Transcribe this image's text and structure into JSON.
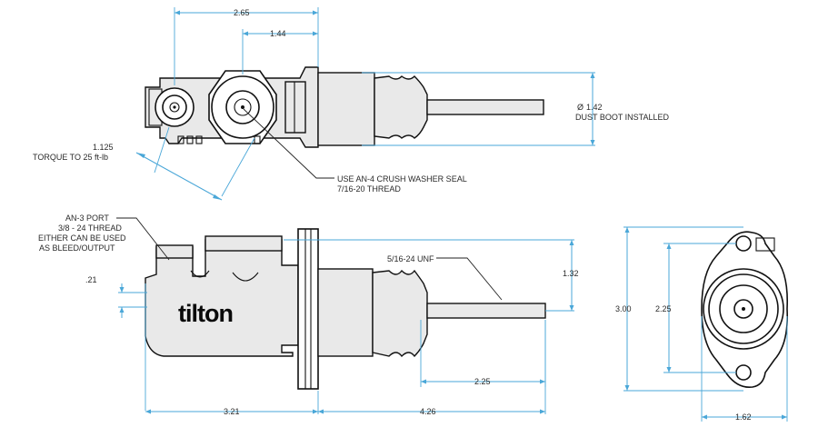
{
  "colors": {
    "dimension_line": "#4aa7d8",
    "ink": "#111111",
    "body_fill": "#e9e9e9"
  },
  "brand": "tilton",
  "top_view": {
    "dim_overall": "2.65",
    "dim_ports": "1.44",
    "dim_boot_prefix": "Ø",
    "dim_boot": "1.42",
    "dim_boot_note": "DUST BOOT INSTALLED",
    "torque_value": "1.125",
    "torque_note": "TORQUE TO 25 ft-lb",
    "washer_line1": "USE AN-4 CRUSH WASHER SEAL",
    "washer_line2": "7/16-20 THREAD"
  },
  "side_view": {
    "port_line1": "AN-3 PORT",
    "port_line2": "3/8 - 24 THREAD",
    "port_line3": "EITHER CAN BE USED",
    "port_line4": "AS BLEED/OUTPUT",
    "dim_port_offset": ".21",
    "thread_note": "5/16-24 UNF",
    "dim_height": "1.32",
    "dim_rod": "2.25",
    "dim_body_len": "3.21",
    "dim_rod_len": "4.26"
  },
  "end_view": {
    "dim_flange_height": "3.00",
    "dim_bolt_spacing": "2.25",
    "dim_width": "1.62"
  }
}
